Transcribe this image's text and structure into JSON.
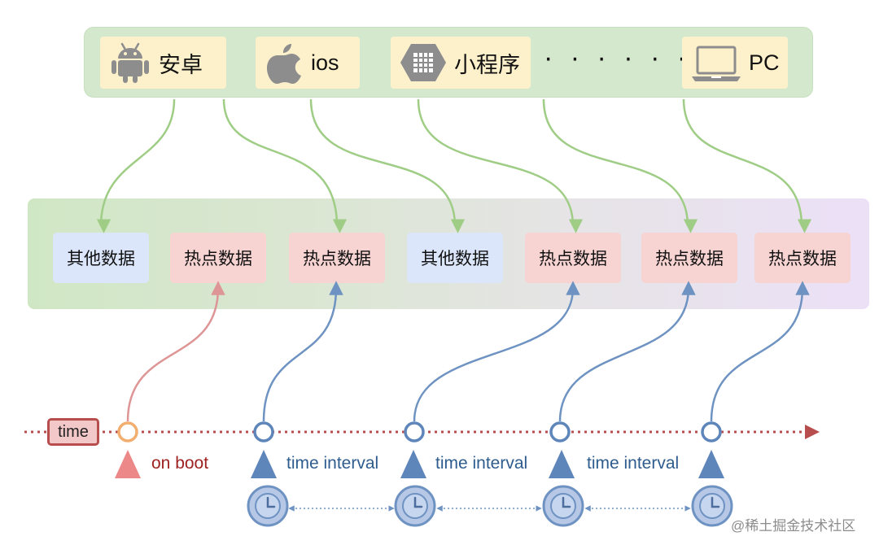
{
  "platforms": [
    {
      "label": "安卓",
      "icon": "android-icon"
    },
    {
      "label": "ios",
      "icon": "apple-icon"
    },
    {
      "label": "小程序",
      "icon": "mini-program-icon"
    },
    {
      "label": "PC",
      "icon": "laptop-icon"
    }
  ],
  "ellipsis": "· · · · · ·",
  "data_boxes": [
    {
      "label": "其他数据",
      "kind": "other"
    },
    {
      "label": "热点数据",
      "kind": "hot"
    },
    {
      "label": "热点数据",
      "kind": "hot"
    },
    {
      "label": "其他数据",
      "kind": "other"
    },
    {
      "label": "热点数据",
      "kind": "hot"
    },
    {
      "label": "热点数据",
      "kind": "hot"
    },
    {
      "label": "热点数据",
      "kind": "hot"
    }
  ],
  "timeline": {
    "label": "time",
    "boot": "on boot",
    "intervals": [
      "time interval",
      "time interval",
      "time interval"
    ]
  },
  "watermark": "@稀土掘金技术社区",
  "colors": {
    "green_line": "#9fcd86",
    "red_line": "#de9595",
    "blue_line": "#6e93c2",
    "timeline": "#b84d4d",
    "clock_fill": "#b7c8e6",
    "triangle_blue": "#5f86bb",
    "triangle_red": "#ec8888"
  }
}
